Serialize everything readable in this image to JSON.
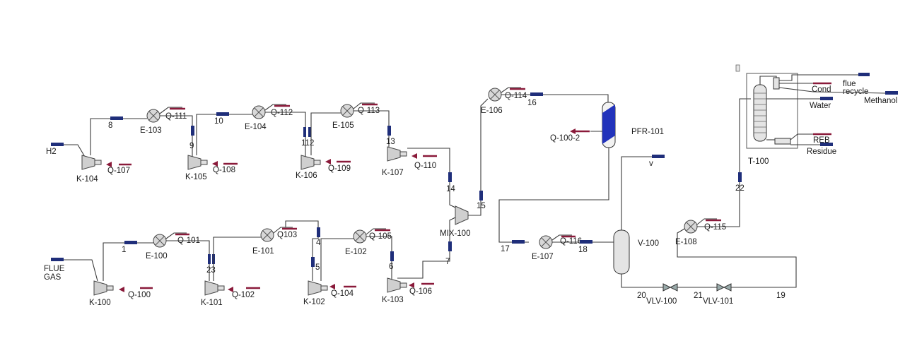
{
  "diagram": {
    "title": "",
    "equipment": {
      "k104": "K-104",
      "k105": "K-105",
      "k106": "K-106",
      "k107": "K-107",
      "e103": "E-103",
      "e104": "E-104",
      "e105": "E-105",
      "e106": "E-106",
      "k100": "K-100",
      "k101": "K-101",
      "k102": "K-102",
      "k103": "K-103",
      "e100": "E-100",
      "e101": "E-101",
      "e102": "E-102",
      "mix100": "MIX-100",
      "pfr101": "PFR-101",
      "e107": "E-107",
      "v100": "V-100",
      "vlv100": "VLV-100",
      "vlv101": "VLV-101",
      "e108": "E-108",
      "t100": "T-100"
    },
    "energy_streams": {
      "q107": "Q-107",
      "q108": "Q-108",
      "q109": "Q-109",
      "q110": "Q-110",
      "q111": "Q-111",
      "q112": "Q-112",
      "q113": "Q-113",
      "q114": "Q-114",
      "q100": "Q-100",
      "q101": "Q-101",
      "q102": "Q-102",
      "q103": "Q103",
      "q104": "Q-104",
      "q105": "Q-105",
      "q106": "Q-106",
      "q100_2": "Q-100-2",
      "q116": "Q-116",
      "q115": "Q-115",
      "cond": "Cond",
      "reb": "REB"
    },
    "material_streams": {
      "h2": "H2",
      "flue_gas_1": "FLUE",
      "flue_gas_2": "GAS",
      "s1": "1",
      "s2_3": "23",
      "s4": "4",
      "s5": "5",
      "s6": "6",
      "s7": "7",
      "s8": "8",
      "s9": "9",
      "s10": "10",
      "s11_12": "112",
      "s13": "13",
      "s14": "14",
      "s15": "15",
      "s16": "16",
      "s17": "17",
      "s18": "18",
      "s19": "19",
      "s20": "20",
      "s21": "21",
      "s22": "22",
      "v": "v",
      "flue_recycle_1": "flue",
      "flue_recycle_2": "recycle",
      "water": "Water",
      "methanol": "Methanol",
      "residue": "Residue"
    }
  }
}
